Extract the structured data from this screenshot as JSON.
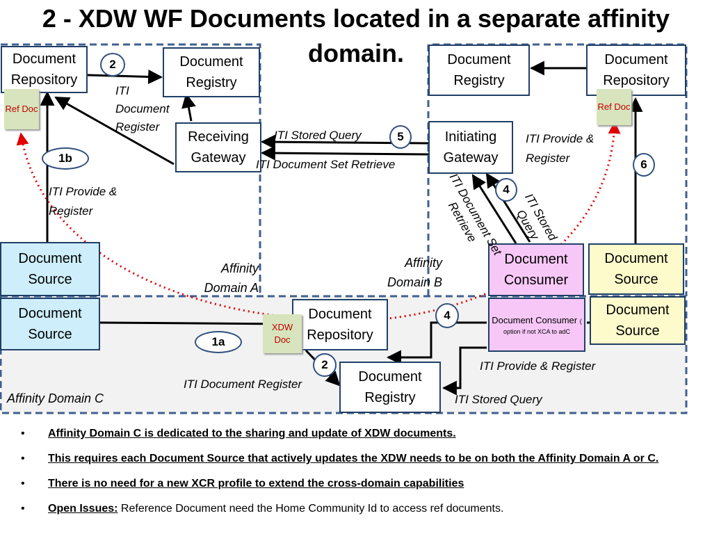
{
  "title": "2 - XDW WF Documents located in a separate affinity domain.",
  "boxes": {
    "repo_a": "Document Repository",
    "registry_a": "Document Registry",
    "recv_gw": "Receiving Gateway",
    "source_a": "Document Source",
    "registry_b": "Document Registry",
    "repo_b": "Document Repository",
    "init_gw": "Initiating Gateway",
    "consumer_b": "Document Consumer",
    "source_b": "Document Source",
    "source_c1": "Document Source",
    "repo_c": "Document Repository",
    "consumer_c_main": "Document Consumer",
    "consumer_c_paren": "(",
    "consumer_c_note": "option if not XCA to adC",
    "source_c2": "Document Source",
    "registry_c": "Document Registry"
  },
  "docs": {
    "ref_a": "Ref Doc",
    "ref_b": "Ref Doc",
    "xdw": "XDW Doc"
  },
  "numbers": {
    "n2a": "2",
    "n1b": "1b",
    "n5": "5",
    "n4b": "4",
    "n6": "6",
    "n4c": "4",
    "n1a": "1a",
    "n2c": "2"
  },
  "labels": {
    "iti_doc_register_a": "ITI Document Register",
    "iti_stored_query": "ITI  Stored Query",
    "iti_doc_set_retrieve": "ITI  Document Set Retrieve",
    "iti_provide_register_a": "ITI  Provide & Register",
    "iti_provide_register_b": "ITI  Provide & Register",
    "iti_stored_query_rot": "ITI  Stored Query",
    "iti_doc_set_retrieve_rot": "ITI  Document Set Retrieve",
    "affinity_a": "Affinity Domain A",
    "affinity_b": "Affinity Domain B",
    "affinity_c": "Affinity Domain C",
    "iti_provide_register_c": "ITI  Provide & Register",
    "iti_doc_register_c": "ITI  Document Register",
    "iti_stored_query_c": "ITI  Stored Query"
  },
  "notes": [
    {
      "text": "Affinity Domain C is dedicated to the sharing and update of XDW documents."
    },
    {
      "text": "This requires each Document Source that actively updates the XDW needs to be on both the Affinity Domain A or C."
    },
    {
      "text": "There is no need for a new XCR profile to extend the cross-domain capabilities"
    },
    {
      "bold": "Open Issues:",
      "text": " Reference Document need the Home Community Id to access ref documents."
    }
  ],
  "colors": {
    "border": "#1f3f66",
    "dashed_border": "#3f5f8f",
    "source_fill": "#cdeefa",
    "consumer_fill": "#f7c8f7",
    "source_b_fill": "#fdfbcc",
    "doc_fill": "#d7e4bd",
    "dotted_arrow": "#e00000",
    "ref_text": "#c00000"
  }
}
